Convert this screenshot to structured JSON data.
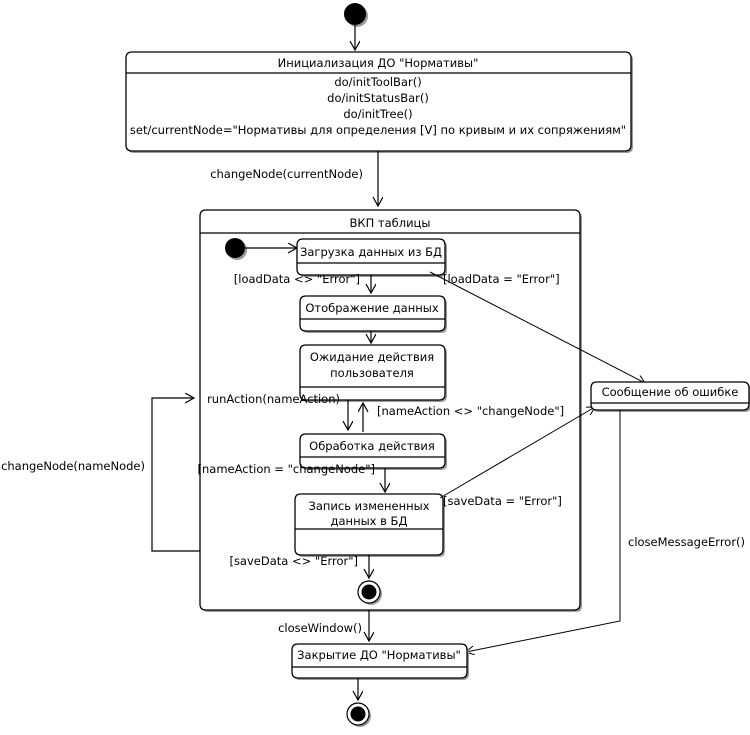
{
  "diagram": {
    "type": "uml-state-machine",
    "title": "",
    "language": "ru",
    "colors": {
      "stroke": "#000000",
      "fill": "#ffffff",
      "shadow": "#9a9a9a",
      "background": "#ffffff"
    }
  },
  "states": {
    "initialization": {
      "name": "Инициализация ДО \"Нормативы\"",
      "activities": [
        "do/initToolBar()",
        "do/initStatusBar()",
        "do/initTree()",
        "set/currentNode=\"Нормативы для определения [V] по кривым и их сопряжениям\""
      ]
    },
    "composite": {
      "name": "ВКП таблицы"
    },
    "load_data": {
      "name": "Загрузка данных из БД"
    },
    "display_data": {
      "name": "Отображение данных"
    },
    "wait_user_action": {
      "name_line1": "Ожидание действия",
      "name_line2": "пользователя"
    },
    "process_action": {
      "name": "Обработка действия"
    },
    "save_data": {
      "name_line1": "Запись измененных",
      "name_line2": "данных в БД"
    },
    "error_message": {
      "name": "Сообщение об ошибке"
    },
    "closing": {
      "name": "Закрытие ДО \"Нормативы\""
    }
  },
  "transitions": {
    "start_to_init": {
      "label": ""
    },
    "init_to_composite": {
      "label": "changeNode(currentNode)"
    },
    "load_to_display": {
      "label": "[loadData <> \"Error\"]"
    },
    "load_to_error": {
      "label": "[loadData = \"Error\"]"
    },
    "display_to_wait": {
      "label": ""
    },
    "wait_to_process": {
      "label": "runAction(nameAction)"
    },
    "process_to_wait": {
      "label": "[nameAction <> \"changeNode\"]"
    },
    "process_to_save": {
      "label": "[nameAction = \"changeNode\"]"
    },
    "save_to_error": {
      "label": "[saveData = \"Error\"]"
    },
    "save_to_final": {
      "label": "[saveData <> \"Error\"]"
    },
    "composite_self_loop": {
      "label": "changeNode(nameNode)"
    },
    "composite_to_closing": {
      "label": "closeWindow()"
    },
    "error_to_closing": {
      "label": "closeMessageError()"
    }
  }
}
